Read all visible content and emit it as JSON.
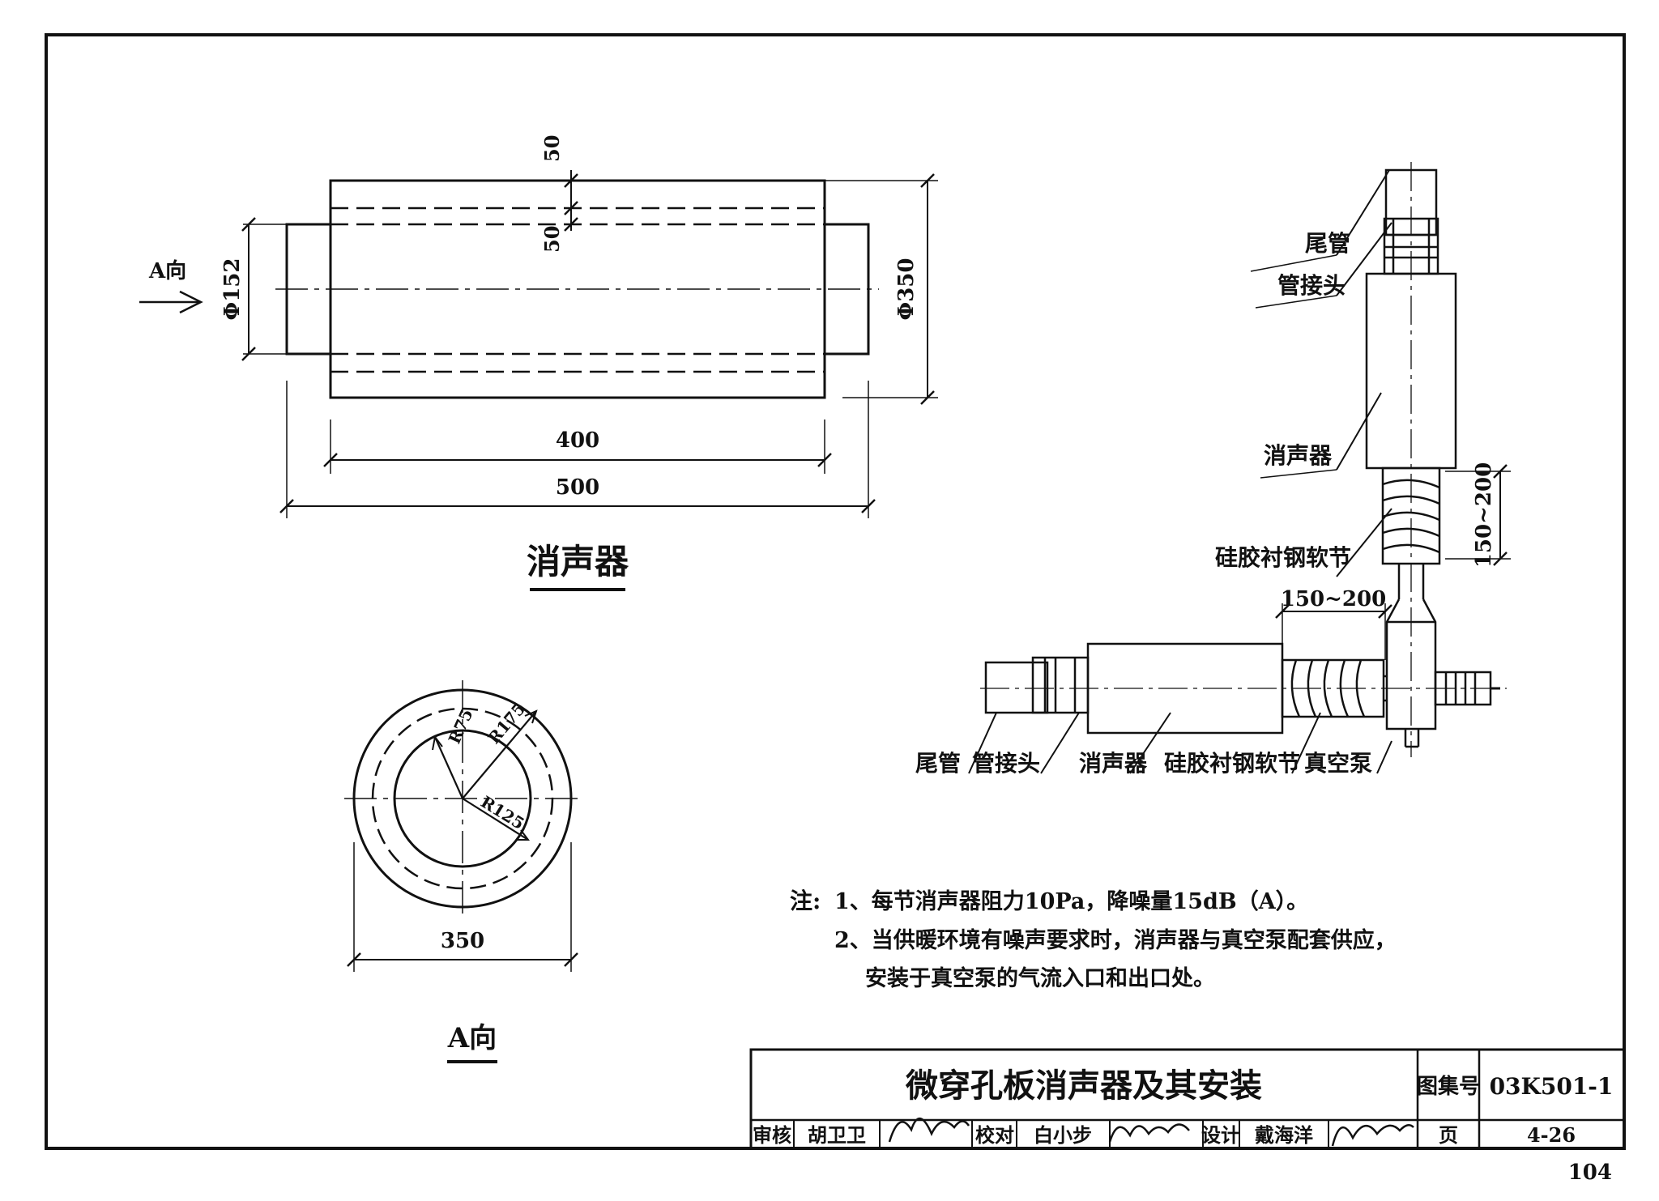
{
  "top_view": {
    "title": "消声器",
    "dims": {
      "wall1": "50",
      "wall2": "50",
      "outer_dia": "Φ350",
      "pipe_dia": "Φ152",
      "body_len": "400",
      "total_len": "500"
    },
    "direction": "A向"
  },
  "end_view": {
    "title": "A向",
    "radii": {
      "r75": "R75",
      "r125": "R125",
      "r175": "R175"
    },
    "width": "350"
  },
  "install_view": {
    "vertical": {
      "tail_pipe": "尾管",
      "coupling": "管接头",
      "muffler": "消声器",
      "hose": "硅胶衬钢软节",
      "hose_len": "150~200"
    },
    "horizontal": {
      "tail_pipe": "尾管",
      "coupling": "管接头",
      "muffler": "消声器",
      "hose": "硅胶衬钢软节",
      "pump": "真空泵",
      "hose_len": "150~200"
    }
  },
  "notes": {
    "prefix": "注:",
    "line1": "1、每节消声器阻力10Pa，降噪量15dB（A）。",
    "line2": "2、当供暖环境有噪声要求时，消声器与真空泵配套供应，",
    "line3": "安装于真空泵的气流入口和出口处。"
  },
  "title_block": {
    "title": "微穿孔板消声器及其安装",
    "atlas_label": "图集号",
    "atlas_no": "03K501-1",
    "review_label": "审核",
    "reviewer": "胡卫卫",
    "check_label": "校对",
    "checker": "白小步",
    "design_label": "设计",
    "designer": "戴海洋",
    "page_label": "页",
    "page_no": "4-26"
  },
  "page_number": "104"
}
